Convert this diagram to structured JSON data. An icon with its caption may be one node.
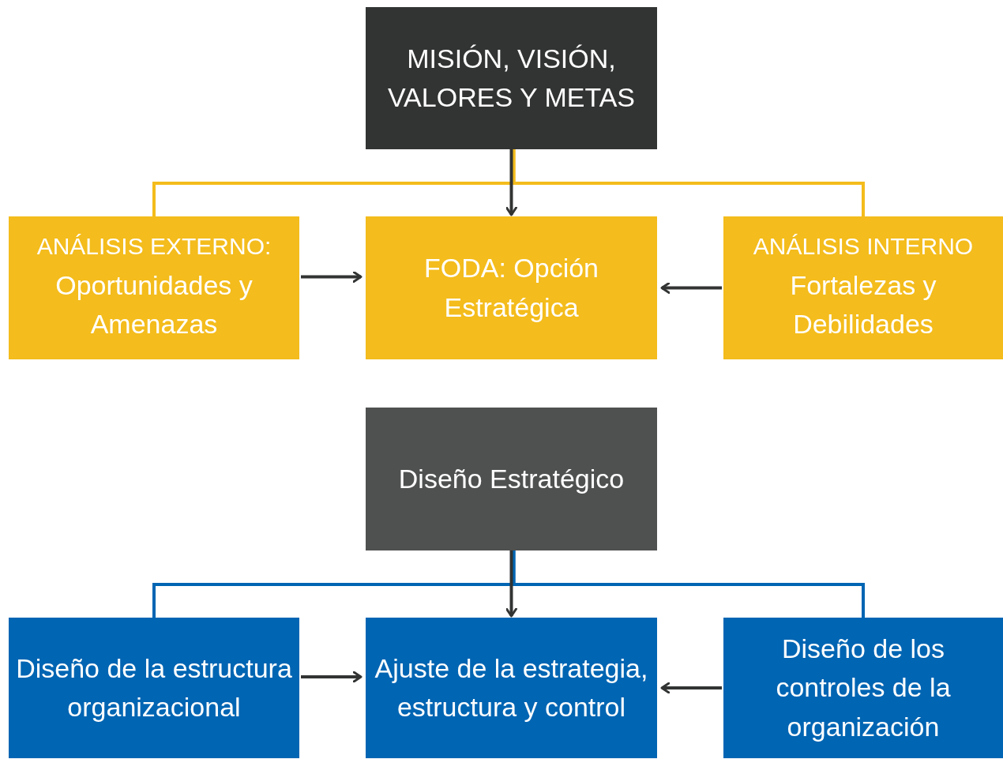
{
  "diagram": {
    "nodes": [
      {
        "text": [
          "MISIÓN, VISIÓN, VALORES Y METAS"
        ]
      },
      {
        "text": [
          "ANÁLISIS EXTERNO:",
          "Oportunidades y Amenazas"
        ]
      },
      {
        "text": [
          "FODA: Opción Estratégica"
        ]
      },
      {
        "text": [
          "ANÁLISIS INTERNO",
          "Fortalezas y Debilidades"
        ]
      },
      {
        "text": [
          "Diseño Estratégico"
        ]
      },
      {
        "text": [
          "Diseño de la estructura organizacional"
        ]
      },
      {
        "text": [
          "Ajuste de la estrategia, estructura y control"
        ]
      },
      {
        "text": [
          "Diseño de los controles de la organización"
        ]
      }
    ],
    "edges": [
      {
        "from": 0,
        "to": 1,
        "arrow": "none",
        "color": "#f4bc1c"
      },
      {
        "from": 0,
        "to": 3,
        "arrow": "none",
        "color": "#f4bc1c"
      },
      {
        "from": 0,
        "to": 2,
        "arrow": "to"
      },
      {
        "from": 1,
        "to": 2,
        "arrow": "to"
      },
      {
        "from": 3,
        "to": 2,
        "arrow": "to"
      },
      {
        "from": 4,
        "to": 5,
        "arrow": "none",
        "color": "#0065b3"
      },
      {
        "from": 4,
        "to": 7,
        "arrow": "none",
        "color": "#0065b3"
      },
      {
        "from": 4,
        "to": 6,
        "arrow": "to"
      },
      {
        "from": 5,
        "to": 6,
        "arrow": "to"
      },
      {
        "from": 7,
        "to": 6,
        "arrow": "to"
      }
    ]
  }
}
